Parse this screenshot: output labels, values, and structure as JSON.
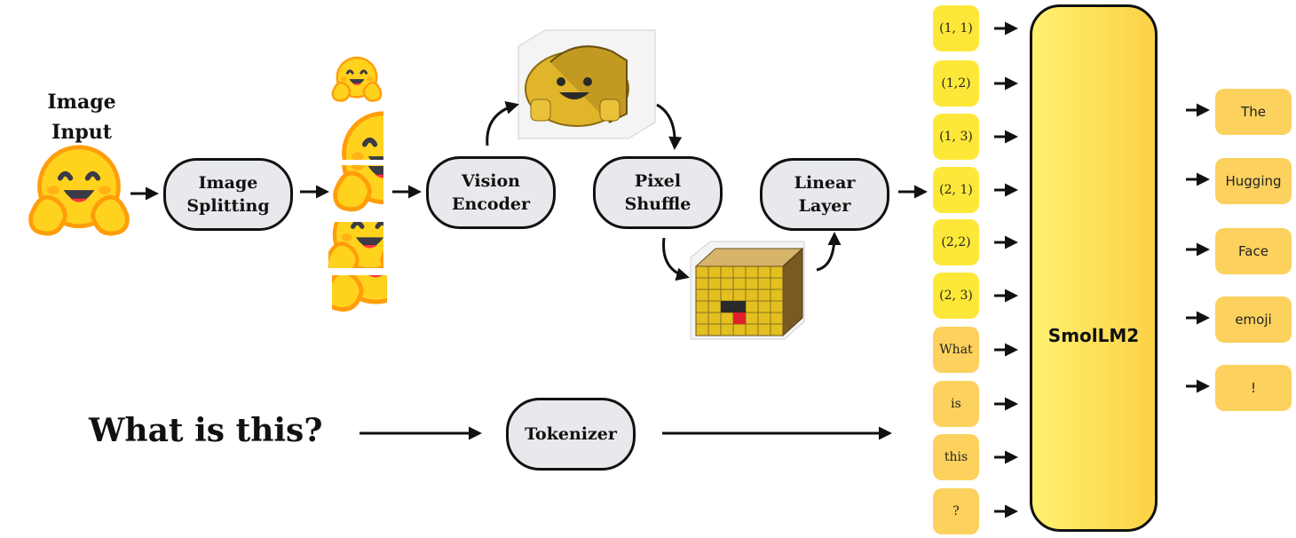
{
  "input_image": {
    "label": "Image\nInput"
  },
  "steps": {
    "image_splitting": "Image\nSplitting",
    "vision_encoder": "Vision\nEncoder",
    "pixel_shuffle": "Pixel\nShuffle",
    "linear_layer": "Linear\nLayer",
    "tokenizer": "Tokenizer"
  },
  "text_input": "What is this?",
  "image_tokens": [
    "(1, 1)",
    "(1,2)",
    "(1, 3)",
    "(2, 1)",
    "(2,2)",
    "(2, 3)"
  ],
  "text_tokens": [
    "What",
    "is",
    "this",
    "?"
  ],
  "model": {
    "name": "SmolLM2"
  },
  "output_tokens": [
    "The",
    "Hugging",
    "Face",
    "emoji",
    "!"
  ],
  "colors": {
    "image_token": "#fde83a",
    "text_token": "#fcd15e",
    "pill_fill": "#e7e9ec",
    "emoji_yellow": "#ffcd2b",
    "emoji_orange": "#ff9d0b"
  }
}
